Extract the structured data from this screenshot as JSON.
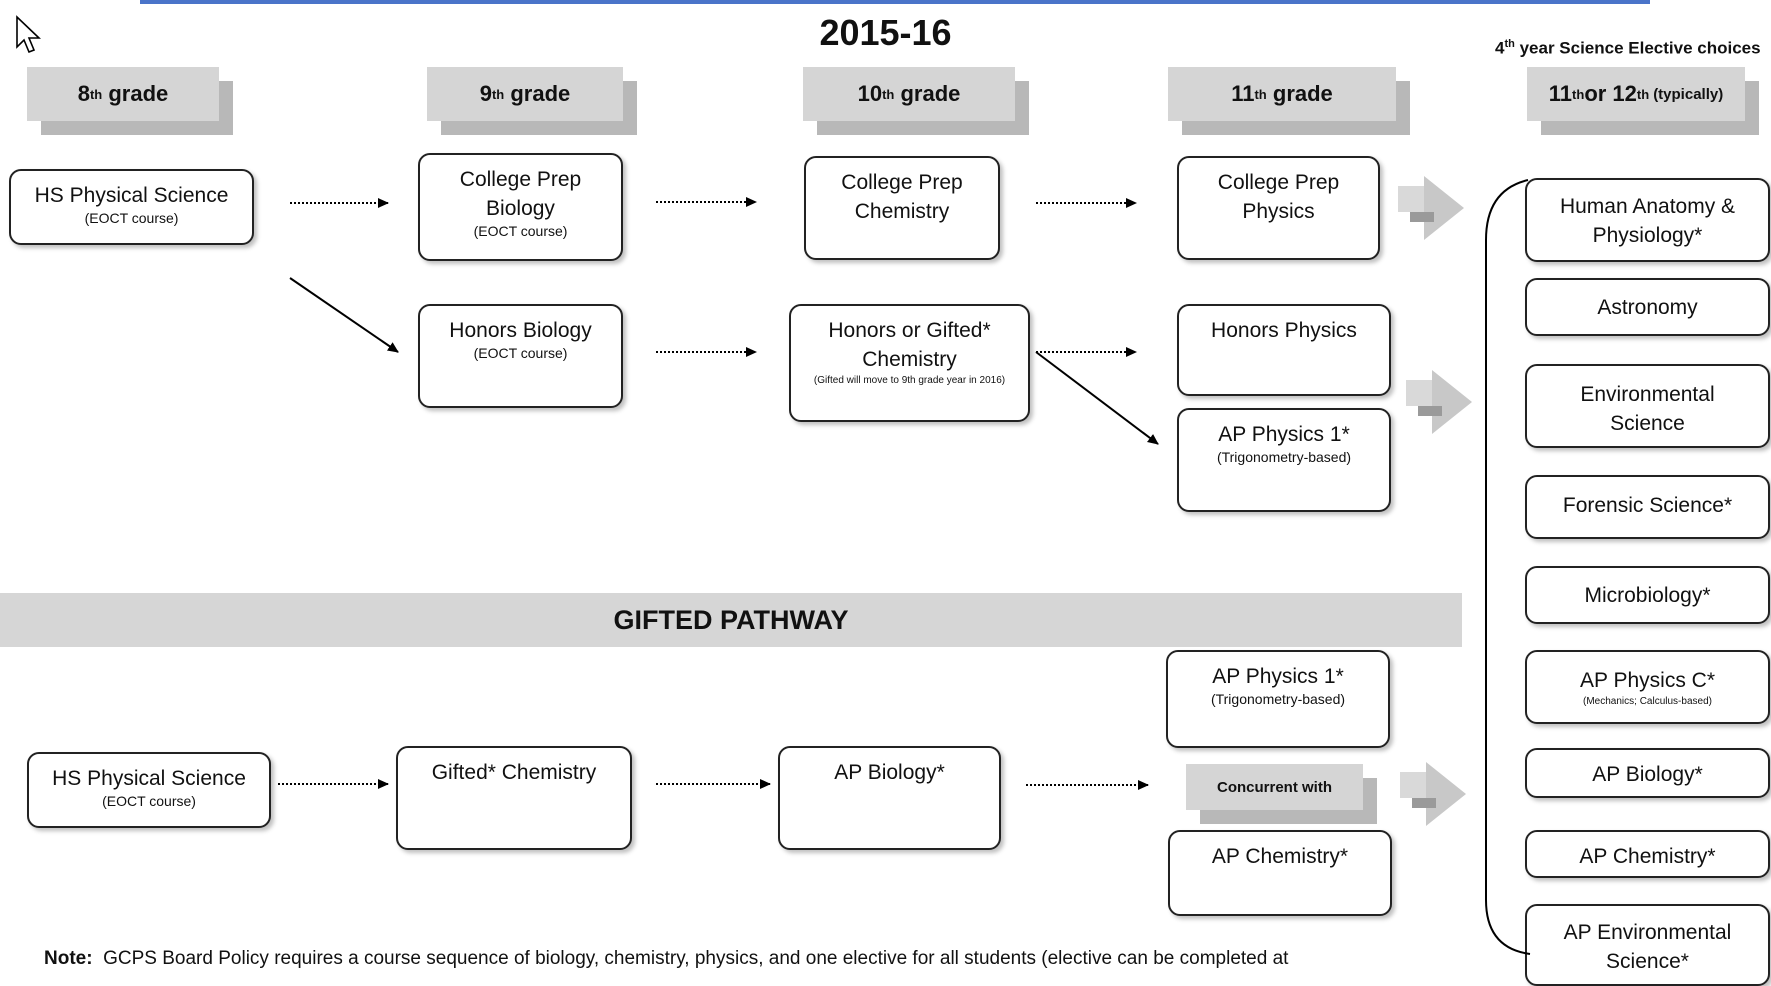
{
  "title": "2015-16",
  "elective_heading": {
    "ord": "4",
    "sup": "th",
    "rest": " year Science Elective choices"
  },
  "grades": [
    {
      "ord": "8",
      "sup": "th",
      "label": "grade"
    },
    {
      "ord": "9",
      "sup": "th",
      "label": "grade"
    },
    {
      "ord": "10",
      "sup": "th",
      "label": "grade"
    },
    {
      "ord": "11",
      "sup": "th",
      "label": "grade"
    }
  ],
  "elective_grade": {
    "a": "11",
    "a_sup": "th",
    "mid": " or 12",
    "b_sup": "th",
    "note": "(typically)"
  },
  "standard": {
    "hs_physical": {
      "name": "HS Physical Science",
      "sub": "(EOCT course)"
    },
    "cp_biology": {
      "name1": "College Prep",
      "name2": "Biology",
      "sub": "(EOCT course)"
    },
    "cp_chemistry": {
      "name1": "College Prep",
      "name2": "Chemistry"
    },
    "cp_physics": {
      "name1": "College Prep",
      "name2": "Physics"
    },
    "honors_biology": {
      "name": "Honors Biology",
      "sub": "(EOCT course)"
    },
    "honors_chemistry": {
      "name1": "Honors or Gifted*",
      "name2": "Chemistry",
      "tiny": "(Gifted will move to 9th grade year in 2016)"
    },
    "honors_physics": {
      "name": "Honors Physics"
    },
    "ap_physics1": {
      "name": "AP Physics 1*",
      "sub": "(Trigonometry-based)"
    }
  },
  "gifted_heading": "GIFTED PATHWAY",
  "gifted": {
    "hs_physical": {
      "name": "HS Physical Science",
      "sub": "(EOCT course)"
    },
    "gifted_chemistry": {
      "name": "Gifted* Chemistry"
    },
    "ap_biology": {
      "name": "AP Biology*"
    },
    "ap_physics1": {
      "name": "AP Physics 1*",
      "sub": "(Trigonometry-based)"
    },
    "concurrent": "Concurrent with",
    "ap_chemistry": {
      "name": "AP Chemistry*"
    }
  },
  "electives": [
    {
      "name": "Human Anatomy &",
      "name2": "Physiology*"
    },
    {
      "name": "Astronomy"
    },
    {
      "name": "Environmental",
      "name2": "Science"
    },
    {
      "name": "Forensic Science*"
    },
    {
      "name": "Microbiology*"
    },
    {
      "name": "AP Physics C*",
      "tiny": "(Mechanics; Calculus-based)"
    },
    {
      "name": "AP Biology*"
    },
    {
      "name": "AP Chemistry*"
    },
    {
      "name": "AP Environmental",
      "name2": "Science*"
    }
  ],
  "note": {
    "label": "Note:",
    "text": "GCPS Board Policy requires a course sequence of biology, chemistry, physics, and one elective for all students (elective can be completed at"
  }
}
